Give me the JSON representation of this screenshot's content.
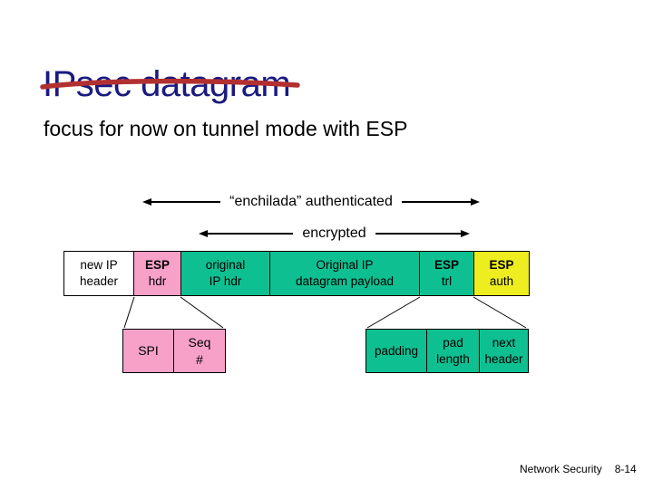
{
  "colors": {
    "pink": "#F7A1C9",
    "green": "#0EC091",
    "yellow": "#EDED20",
    "white": "#FFFFFF",
    "title_navy": "#1A1A80",
    "underline_red": "#B23030"
  },
  "slide": {
    "title": "IPsec datagram",
    "subtitle": "focus for now on tunnel mode with ESP",
    "footer": {
      "course": "Network Security",
      "page": "8-14"
    }
  },
  "annotations": {
    "authenticated_label": "“enchilada” authenticated",
    "encrypted_label": "encrypted"
  },
  "diagram": {
    "main_row": [
      {
        "line1": "new IP",
        "line2": "header",
        "fill": "white"
      },
      {
        "line1": "ESP",
        "line2": "hdr",
        "fill": "pink"
      },
      {
        "line1": "original",
        "line2": "IP hdr",
        "fill": "green"
      },
      {
        "line1": "Original IP",
        "line2": "datagram payload",
        "fill": "green"
      },
      {
        "line1": "ESP",
        "line2": "trl",
        "fill": "green"
      },
      {
        "line1": "ESP",
        "line2": "auth",
        "fill": "yellow"
      }
    ],
    "esp_header_fields": [
      {
        "line1": "SPI"
      },
      {
        "line1": "Seq",
        "line2": "#"
      }
    ],
    "esp_trailer_fields": [
      {
        "line1": "padding"
      },
      {
        "line1": "pad",
        "line2": "length"
      },
      {
        "line1": "next",
        "line2": "header"
      }
    ]
  }
}
